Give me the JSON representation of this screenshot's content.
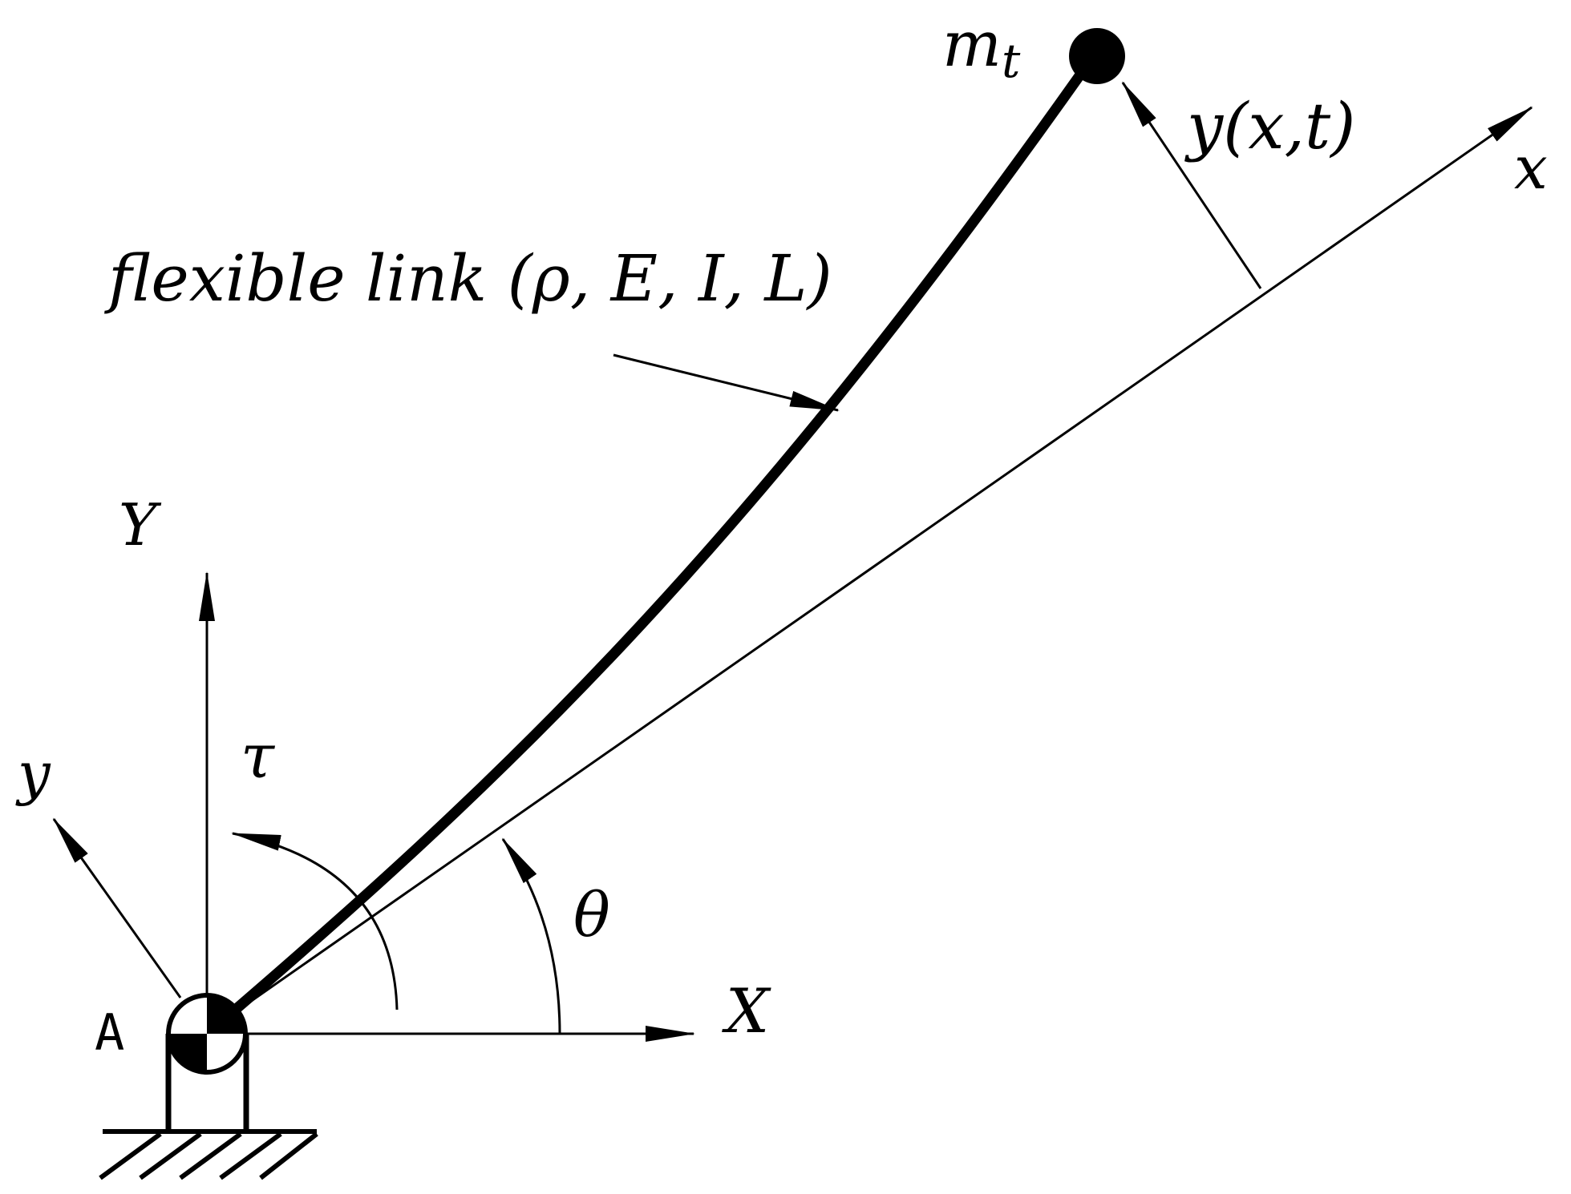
{
  "labels": {
    "tip_mass": "m",
    "tip_mass_sub": "t",
    "deflection": "y(x,t)",
    "local_x": "x",
    "link": "flexible link (ρ, E, I, L)",
    "global_Y": "Y",
    "torque": "τ",
    "local_y": "y",
    "angle": "θ",
    "global_X": "X",
    "joint": "A"
  },
  "colors": {
    "ink": "#000000",
    "background": "#ffffff"
  }
}
